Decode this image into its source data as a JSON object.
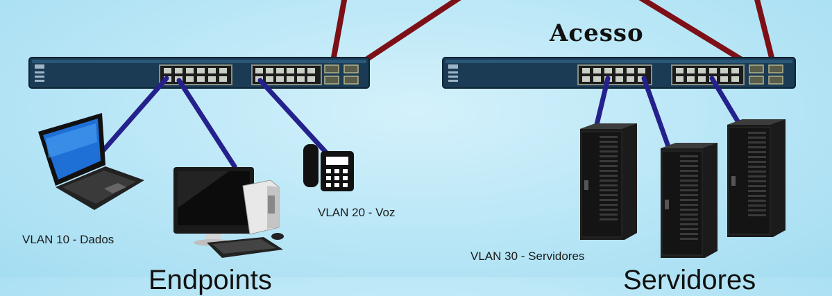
{
  "titles": {
    "access_layer": "Acesso"
  },
  "labels": {
    "vlan10": "VLAN 10 - Dados",
    "vlan20": "VLAN 20 - Voz",
    "vlan30": "VLAN 30 - Servidores"
  },
  "groups": {
    "left": "Endpoints",
    "right": "Servidores"
  },
  "colors": {
    "uplink": "#7d0f16",
    "access_link": "#24208c",
    "switch_body": "#1b3b55",
    "background": "#b8e6f6"
  }
}
